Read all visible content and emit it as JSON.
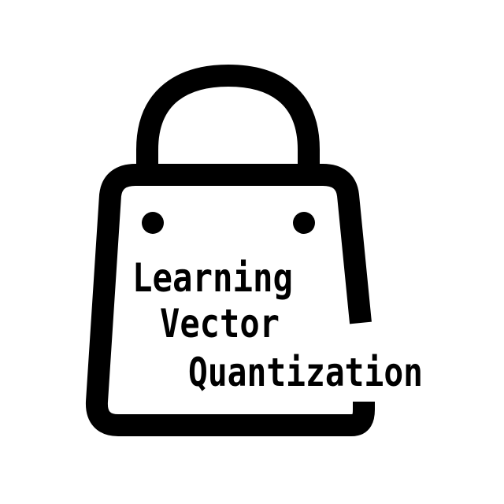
{
  "logo": {
    "line1": "Learning",
    "line2": "Vector",
    "line3": "Quantization",
    "icon": "shopping-bag-icon",
    "colors": {
      "ink": "#000000",
      "background": "#ffffff"
    }
  }
}
